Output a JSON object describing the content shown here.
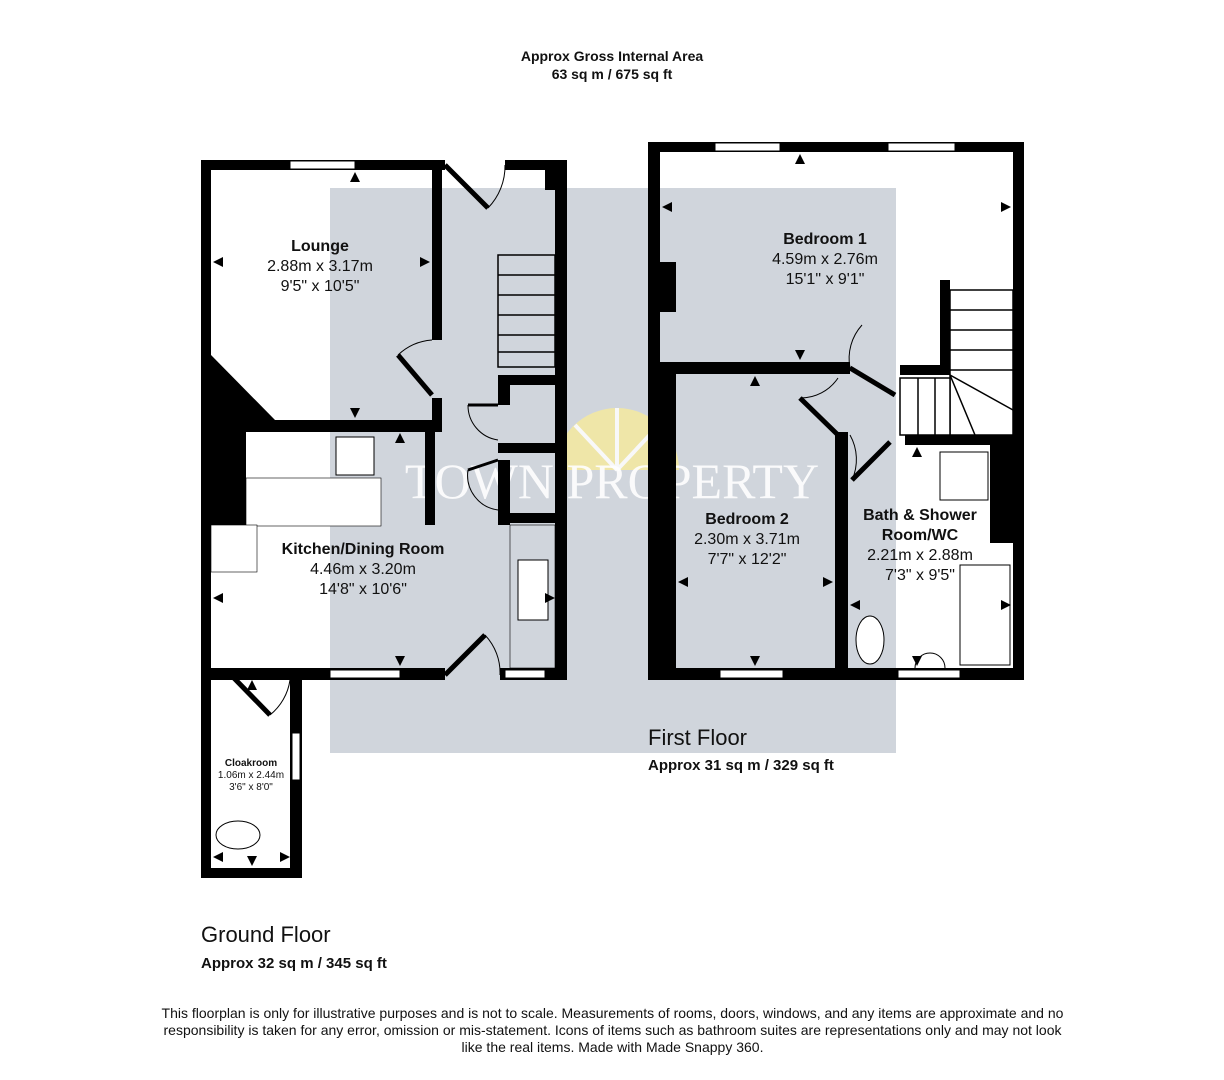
{
  "header": {
    "title": "Approx Gross Internal Area",
    "area": "63 sq m / 675 sq ft"
  },
  "watermark": {
    "text": "TOWN PROPERTY"
  },
  "ground_floor": {
    "label": "Ground Floor",
    "area": "Approx 32 sq m / 345 sq ft",
    "rooms": [
      {
        "name": "Lounge",
        "metric": "2.88m x 3.17m",
        "imperial": "9'5\" x 10'5\""
      },
      {
        "name": "Kitchen/Dining Room",
        "metric": "4.46m x 3.20m",
        "imperial": "14'8\" x 10'6\""
      },
      {
        "name": "Cloakroom",
        "metric": "1.06m x 2.44m",
        "imperial": "3'6\" x 8'0\""
      }
    ]
  },
  "first_floor": {
    "label": "First Floor",
    "area": "Approx 31 sq m / 329 sq ft",
    "rooms": [
      {
        "name": "Bedroom 1",
        "metric": "4.59m x 2.76m",
        "imperial": "15'1\" x 9'1\""
      },
      {
        "name": "Bedroom 2",
        "metric": "2.30m x 3.71m",
        "imperial": "7'7\" x 12'2\""
      },
      {
        "name": "Bath & Shower Room/WC",
        "metric": "2.21m x 2.88m",
        "imperial": "7'3\" x 9'5\""
      }
    ]
  },
  "disclaimer": "This floorplan is only for illustrative purposes and is not to scale. Measurements of rooms, doors, windows, and any items are approximate and no responsibility is taken for any error, omission or mis-statement. Icons of items such as bathroom suites are representations only and may not look like the real items. Made with Made Snappy 360.",
  "colors": {
    "walls": "#000000",
    "highlight": "#d0d5dc",
    "watermark_fan": "#f5eaa0"
  }
}
